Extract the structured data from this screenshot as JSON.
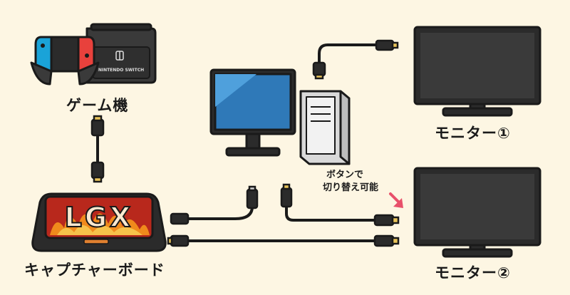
{
  "labels": {
    "game_console": "ゲーム機",
    "capture_board": "キャプチャーボード",
    "monitor_1": "モニター①",
    "monitor_2": "モニター②",
    "switch_note_line1": "ボタンで",
    "switch_note_line2": "切り替え可能"
  },
  "devices": {
    "console_brand": "NINTENDO SWITCH",
    "capture_brand": "LGX"
  },
  "icons": {
    "console": "nintendo-switch-icon",
    "pc": "desktop-pc-icon",
    "monitor": "monitor-icon",
    "capture_board": "capture-board-icon",
    "cable": "hdmi-cable-icon",
    "pointer": "red-arrow-icon"
  },
  "colors": {
    "background": "#fdf6e3",
    "outline": "#1a1a1a",
    "screen_dark": "#2b2b2b",
    "pc_screen": "#2f79b8",
    "joycon_left": "#1aa3d8",
    "joycon_right": "#e8413c",
    "capture_red": "#b8281c",
    "capture_fire": "#f08a1c",
    "connector_gold": "#e9c45a",
    "arrow": "#e8506a"
  }
}
